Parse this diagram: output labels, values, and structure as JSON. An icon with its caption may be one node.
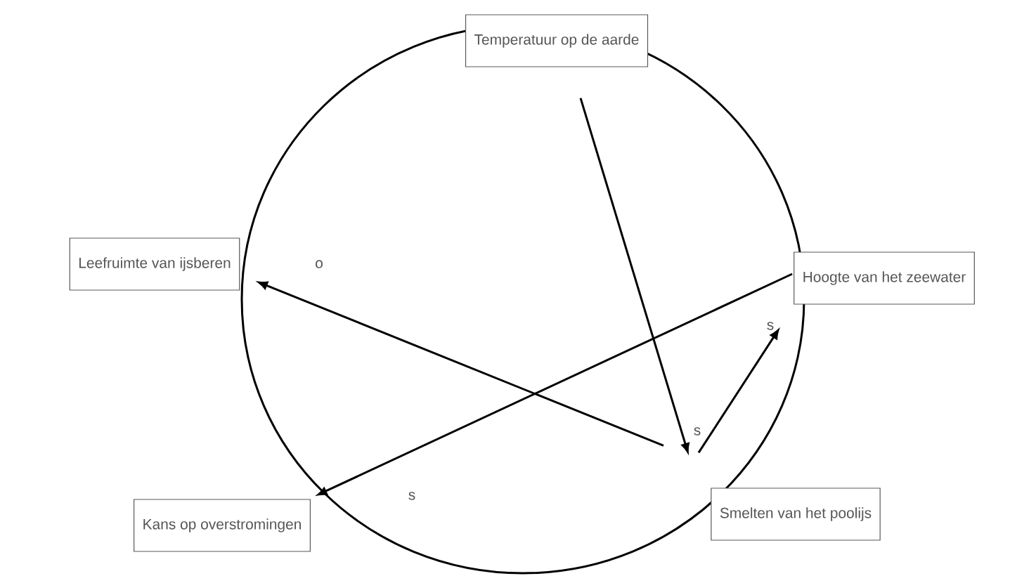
{
  "diagram": {
    "nodes": [
      {
        "text": [
          "Temperatuur op de aarde"
        ]
      },
      {
        "text": [
          "Leefruimte van ijsberen"
        ]
      },
      {
        "text": [
          "Hoogte van het zeewater"
        ]
      },
      {
        "text": [
          "Kans op overstromingen"
        ]
      },
      {
        "text": [
          "Smelten van het poolijs"
        ]
      }
    ],
    "edges": [
      {
        "from": 0,
        "to": 4,
        "arrow": "to",
        "label": "s"
      },
      {
        "from": 4,
        "to": 2,
        "arrow": "to",
        "label": "s"
      },
      {
        "from": 2,
        "to": 3,
        "arrow": "to",
        "label": "s"
      },
      {
        "from": 4,
        "to": 1,
        "arrow": "to",
        "label": "o"
      }
    ]
  }
}
